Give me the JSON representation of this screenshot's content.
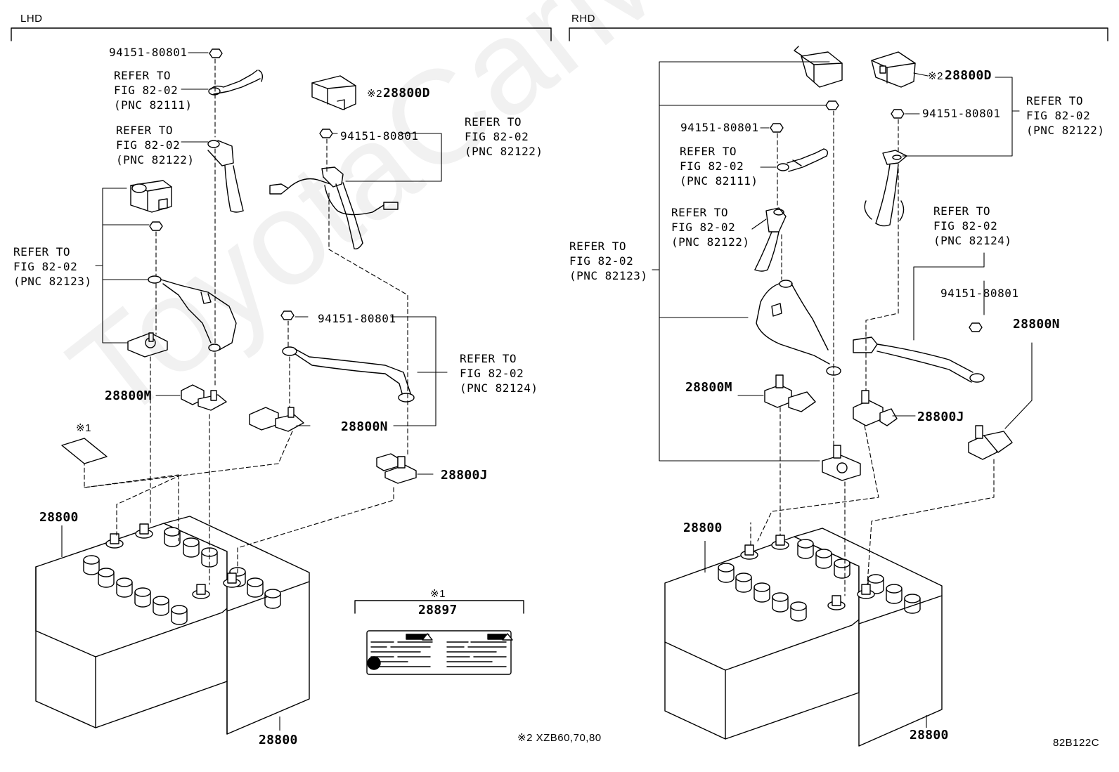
{
  "headers": {
    "lhd": "LHD",
    "rhd": "RHD"
  },
  "watermark": "ToyotaCarMe.ru",
  "refer": {
    "line1": "REFER TO",
    "fig": "FIG 82-02",
    "pnc_82111": "(PNC 82111)",
    "pnc_82122": "(PNC 82122)",
    "pnc_82123": "(PNC 82123)",
    "pnc_82124": "(PNC 82124)"
  },
  "parts": {
    "nut": "94151-80801",
    "battery": "28800",
    "clamp_m": "28800M",
    "clamp_n": "28800N",
    "clamp_j": "28800J",
    "cover_d": "28800D",
    "label": "28897"
  },
  "marks": {
    "note1": "※1",
    "note2": "※2"
  },
  "footnote": "※2 XZB60,70,80",
  "diagram_code": "82B122C"
}
